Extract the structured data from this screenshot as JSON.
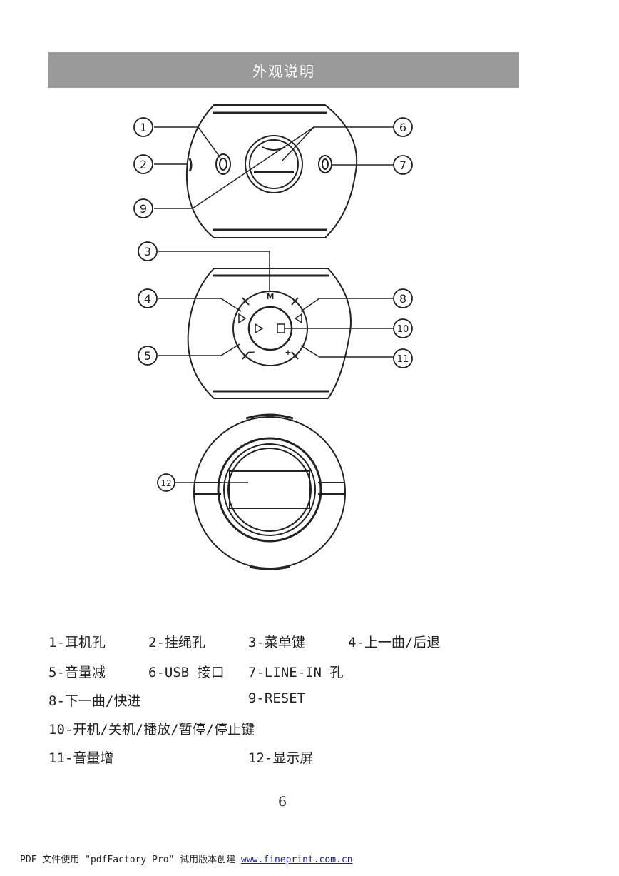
{
  "title": "外观说明",
  "callouts": [
    "1",
    "2",
    "3",
    "4",
    "5",
    "6",
    "7",
    "8",
    "9",
    "10",
    "11",
    "12"
  ],
  "button_marks": {
    "menu": "M",
    "minus": "−",
    "plus": "+"
  },
  "legend": {
    "rows": [
      [
        "1-耳机孔",
        "2-挂绳孔",
        "3-菜单键",
        "4-上一曲/后退"
      ],
      [
        "5-音量减",
        "6-USB 接口",
        "7-LINE-IN 孔"
      ],
      [
        "8-下一曲/快进",
        "9-RESET"
      ],
      [
        "10-开机/关机/播放/暂停/停止键"
      ],
      [
        "11-音量增",
        "12-显示屏"
      ]
    ]
  },
  "page_number": "6",
  "footer": {
    "text": "PDF 文件使用 \"pdfFactory Pro\" 试用版本创建 ",
    "link": "www.fineprint.com.cn"
  }
}
